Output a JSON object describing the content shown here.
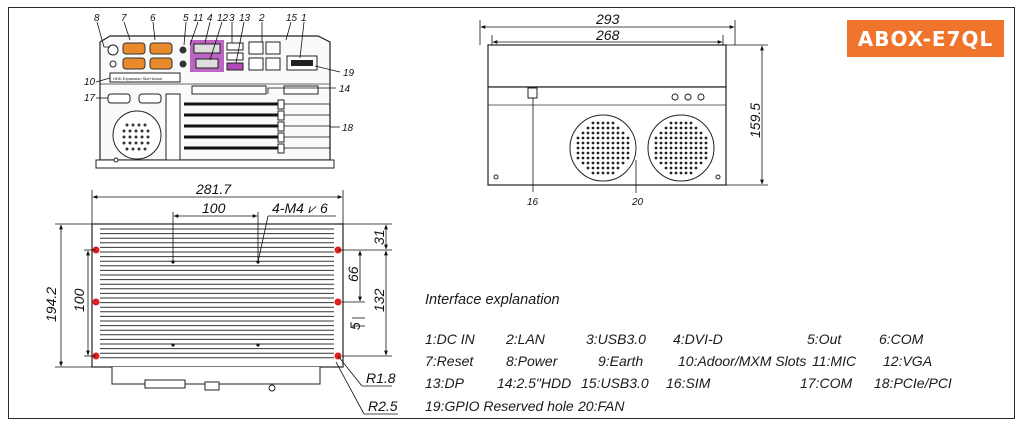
{
  "model_badge": "ABOX-E7QL",
  "front_view": {
    "callouts": [
      "8",
      "7",
      "6",
      "5",
      "11",
      "4",
      "12",
      "3",
      "13",
      "2",
      "15",
      "1",
      "19",
      "10",
      "17",
      "14",
      "18"
    ],
    "hdd_label": "HDD Expansion Slot+Adoor"
  },
  "side_view": {
    "dim_width_overall": "293",
    "dim_width_inner": "268",
    "dim_height": "159.5",
    "callout_sim": "16",
    "callout_fan": "20"
  },
  "bottom_view": {
    "dim_width": "281.7",
    "dim_hole_spacing": "100",
    "dim_thread": "4-M4",
    "dim_thread_depth": "6",
    "dim_height_overall": "194.2",
    "dim_left_100": "100",
    "dim_31": "31",
    "dim_66": "66",
    "dim_132": "132",
    "dim_5": "5",
    "dim_r18": "R1.8",
    "dim_r25": "R2.5"
  },
  "interface": {
    "title": "Interface explanation",
    "items": [
      "1:DC IN",
      "2:LAN",
      "3:USB3.0",
      "4:DVI-D",
      "5:Out",
      "6:COM",
      "7:Reset",
      "8:Power",
      "9:Earth",
      "10:Adoor/MXM Slots",
      "11:MIC",
      "12:VGA",
      "13:DP",
      "14:2.5\"HDD",
      "15:USB3.0",
      "16:SIM",
      "17:COM",
      "18:PCIe/PCI",
      "19:GPIO  Reserved hole",
      "20:FAN"
    ]
  },
  "colors": {
    "accent": "#f0742b",
    "port_orange": "#e88a2a",
    "port_purple": "#b14ab8",
    "mount_red": "#e02020"
  }
}
